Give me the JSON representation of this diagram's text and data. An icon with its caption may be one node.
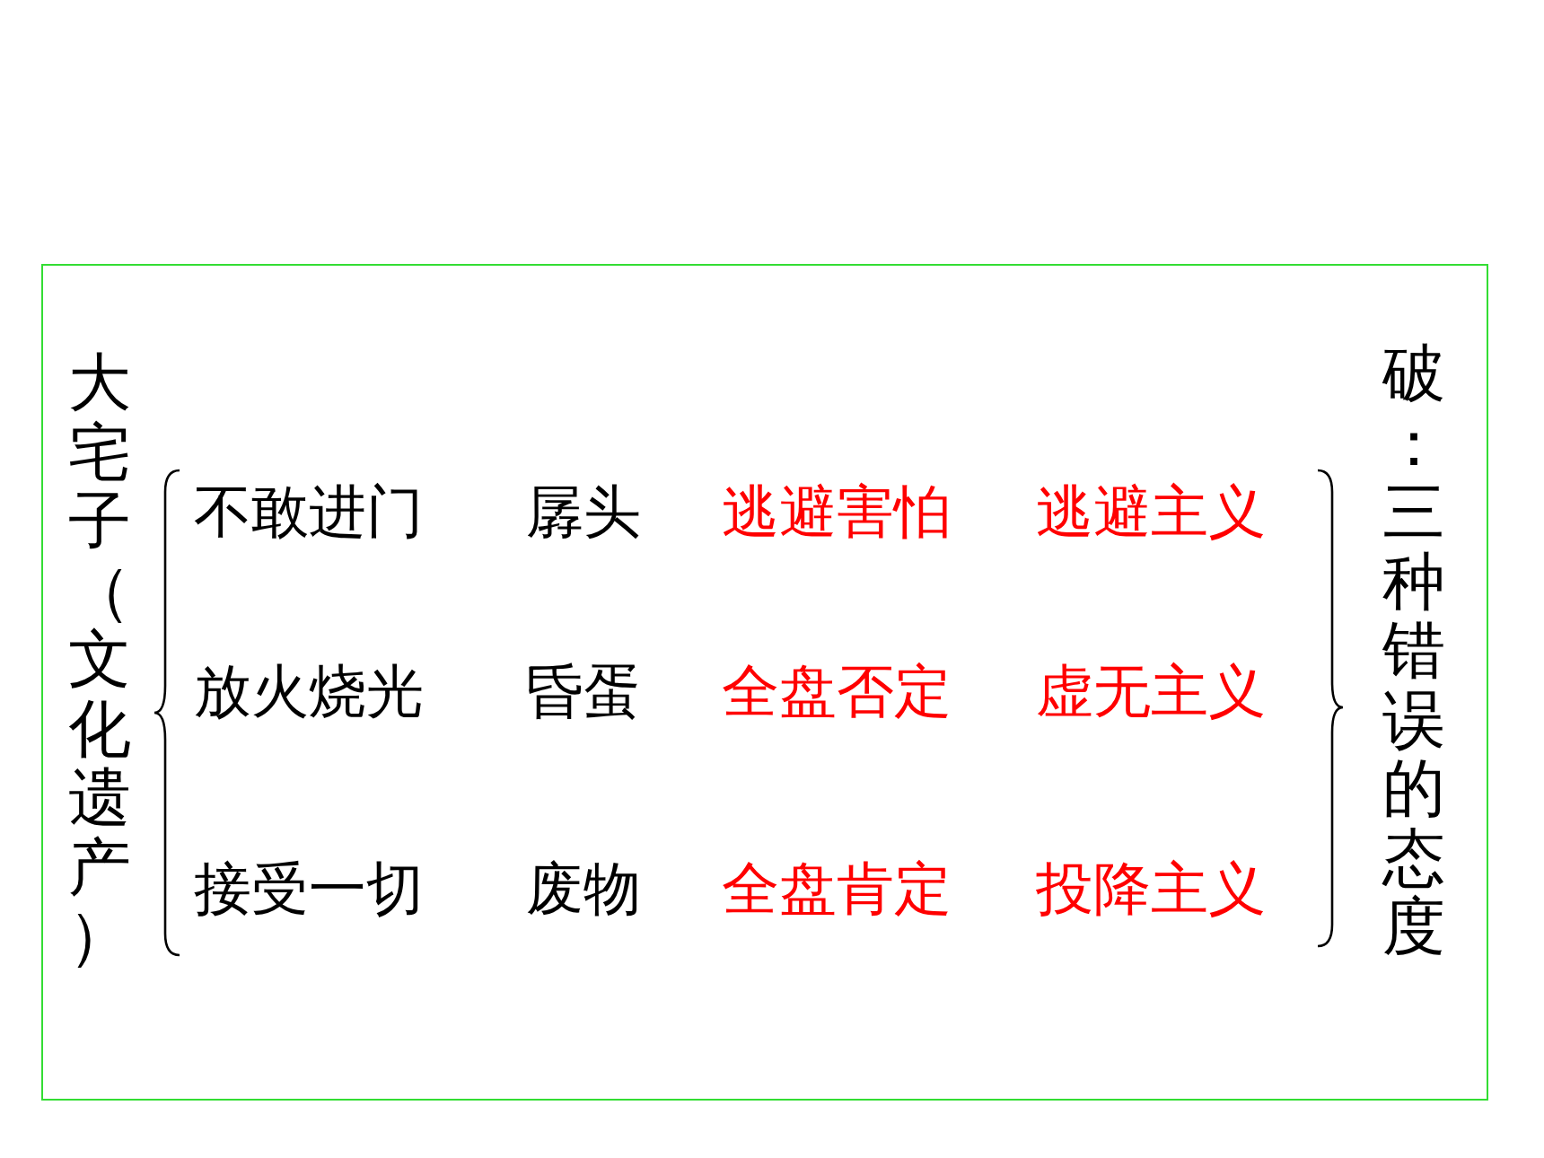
{
  "diagram": {
    "labels": [
      "大宅子（文化遗产）",
      "不敢进门",
      "孱头",
      "逃避害怕",
      "逃避主义",
      "放火烧光",
      "昏蛋",
      "全盘否定",
      "虚无主义",
      "接受一切",
      "废物",
      "全盘肯定",
      "投降主义",
      "破：三种错误的态度"
    ]
  }
}
